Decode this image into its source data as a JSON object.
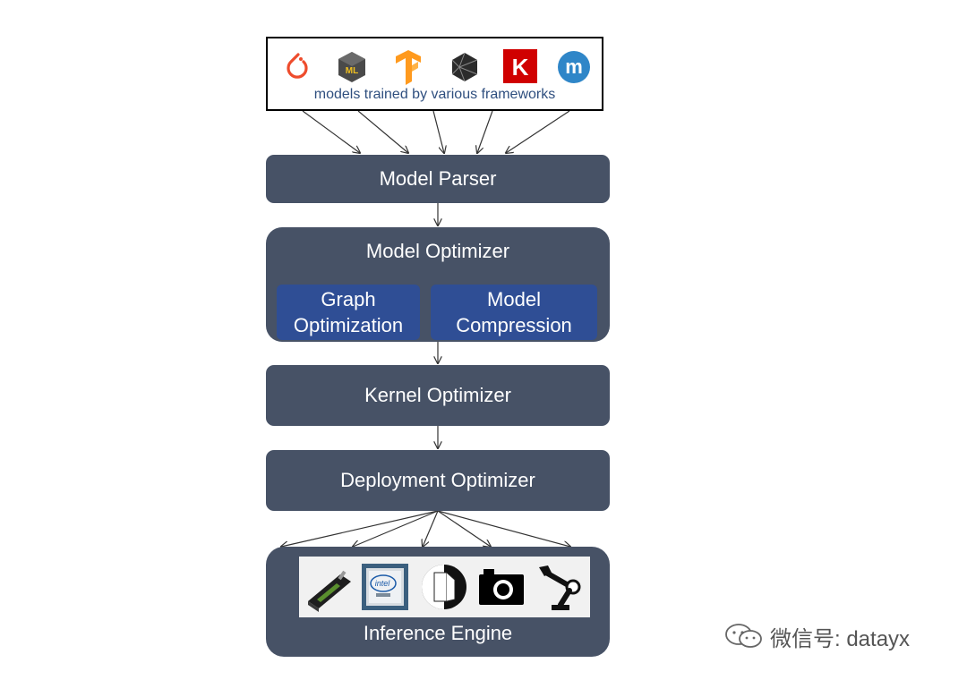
{
  "frameworks": {
    "caption": "models trained by various frameworks",
    "icons": [
      "pytorch-icon",
      "coreml-icon",
      "tensorflow-icon",
      "onnx-icon",
      "keras-icon",
      "mxnet-icon"
    ],
    "keras_letter": "K",
    "ml_letter": "ML",
    "m_letter": "m"
  },
  "model_parser": {
    "label": "Model Parser"
  },
  "model_optimizer": {
    "label": "Model Optimizer",
    "graph_optimization": "Graph Optimization",
    "model_compression": "Model Compression"
  },
  "kernel_optimizer": {
    "label": "Kernel Optimizer"
  },
  "deployment_optimizer": {
    "label": "Deployment Optimizer"
  },
  "inference_engine": {
    "label": "Inference Engine",
    "hardware_icons": [
      "gpu-card-icon",
      "intel-cpu-icon",
      "fpga-chip-icon",
      "camera-icon",
      "robot-arm-icon"
    ],
    "intel_text": "intel"
  },
  "watermark": {
    "text": "微信号: datayx"
  },
  "colors": {
    "box": "#475266",
    "sub_box": "#2f4e95",
    "caption": "#2f4f7f"
  }
}
